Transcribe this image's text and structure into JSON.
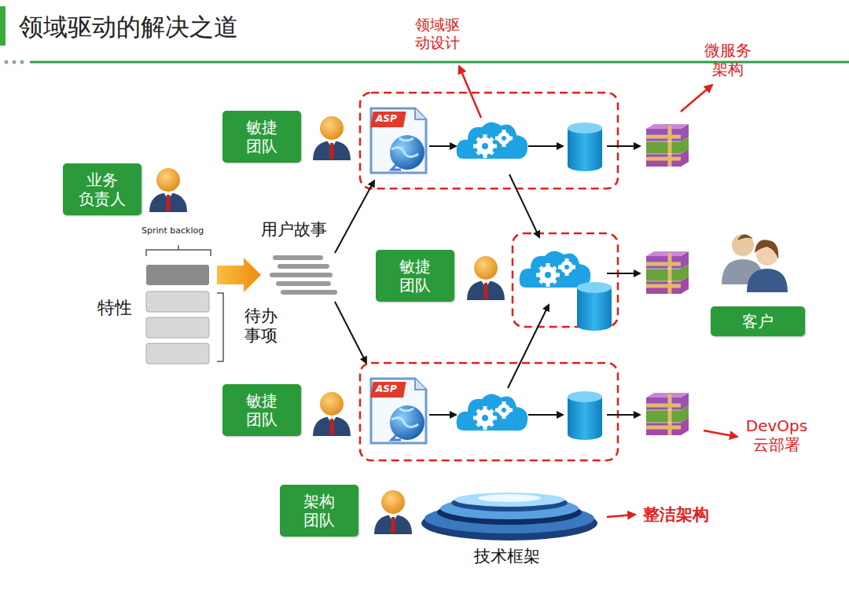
{
  "diagram": {
    "title": "领域驱动的解决之道",
    "nodes": [
      {
        "text": [
          "敏捷 团队"
        ]
      },
      {
        "text": [
          "业务 负责人"
        ]
      },
      {
        "text": [
          "敏捷 团队"
        ]
      },
      {
        "text": [
          "客户"
        ]
      },
      {
        "text": [
          "敏捷 团队"
        ]
      },
      {
        "text": [
          "架构 团队"
        ]
      }
    ],
    "labels": [
      "领域驱 动设计",
      "微服务 架构",
      "Sprint backlog",
      "用户故事",
      "特性",
      "待办 事项",
      "DevOps 云部署",
      "整洁架构",
      "技术框架",
      "ASP",
      "ASP"
    ]
  }
}
